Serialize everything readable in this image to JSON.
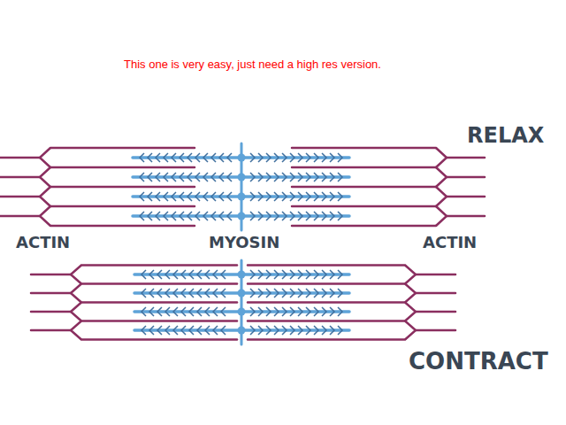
{
  "diagram": {
    "labels": [
      "This one is very easy, just need a high res version.",
      "RELAX",
      "ACTIN",
      "MYOSIN",
      "ACTIN",
      "CONTRACT"
    ]
  }
}
